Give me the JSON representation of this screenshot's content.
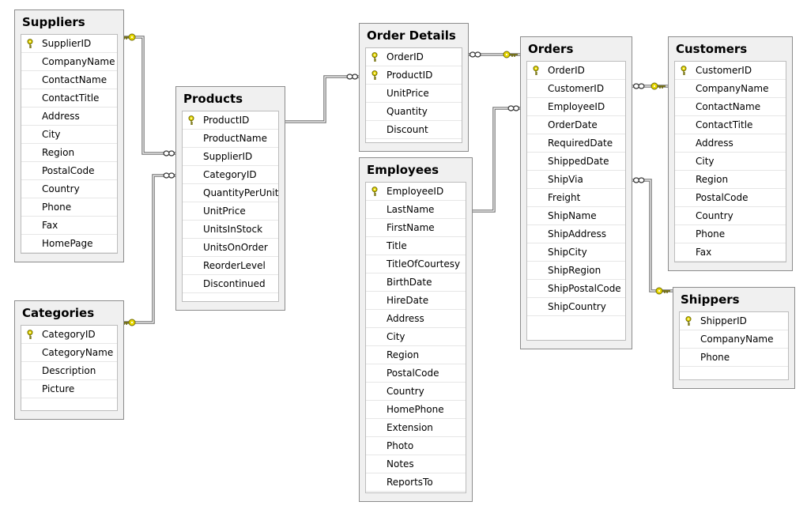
{
  "tables": [
    {
      "id": "suppliers",
      "name": "Suppliers",
      "columns": [
        {
          "label": "SupplierID",
          "pk": true
        },
        {
          "label": "CompanyName",
          "pk": false
        },
        {
          "label": "ContactName",
          "pk": false
        },
        {
          "label": "ContactTitle",
          "pk": false
        },
        {
          "label": "Address",
          "pk": false
        },
        {
          "label": "City",
          "pk": false
        },
        {
          "label": "Region",
          "pk": false
        },
        {
          "label": "PostalCode",
          "pk": false
        },
        {
          "label": "Country",
          "pk": false
        },
        {
          "label": "Phone",
          "pk": false
        },
        {
          "label": "Fax",
          "pk": false
        },
        {
          "label": "HomePage",
          "pk": false
        }
      ]
    },
    {
      "id": "categories",
      "name": "Categories",
      "columns": [
        {
          "label": "CategoryID",
          "pk": true
        },
        {
          "label": "CategoryName",
          "pk": false
        },
        {
          "label": "Description",
          "pk": false
        },
        {
          "label": "Picture",
          "pk": false
        }
      ]
    },
    {
      "id": "products",
      "name": "Products",
      "columns": [
        {
          "label": "ProductID",
          "pk": true
        },
        {
          "label": "ProductName",
          "pk": false
        },
        {
          "label": "SupplierID",
          "pk": false
        },
        {
          "label": "CategoryID",
          "pk": false
        },
        {
          "label": "QuantityPerUnit",
          "pk": false
        },
        {
          "label": "UnitPrice",
          "pk": false
        },
        {
          "label": "UnitsInStock",
          "pk": false
        },
        {
          "label": "UnitsOnOrder",
          "pk": false
        },
        {
          "label": "ReorderLevel",
          "pk": false
        },
        {
          "label": "Discontinued",
          "pk": false
        }
      ]
    },
    {
      "id": "order-details",
      "name": "Order Details",
      "columns": [
        {
          "label": "OrderID",
          "pk": true
        },
        {
          "label": "ProductID",
          "pk": true
        },
        {
          "label": "UnitPrice",
          "pk": false
        },
        {
          "label": "Quantity",
          "pk": false
        },
        {
          "label": "Discount",
          "pk": false
        }
      ]
    },
    {
      "id": "employees",
      "name": "Employees",
      "columns": [
        {
          "label": "EmployeeID",
          "pk": true
        },
        {
          "label": "LastName",
          "pk": false
        },
        {
          "label": "FirstName",
          "pk": false
        },
        {
          "label": "Title",
          "pk": false
        },
        {
          "label": "TitleOfCourtesy",
          "pk": false
        },
        {
          "label": "BirthDate",
          "pk": false
        },
        {
          "label": "HireDate",
          "pk": false
        },
        {
          "label": "Address",
          "pk": false
        },
        {
          "label": "City",
          "pk": false
        },
        {
          "label": "Region",
          "pk": false
        },
        {
          "label": "PostalCode",
          "pk": false
        },
        {
          "label": "Country",
          "pk": false
        },
        {
          "label": "HomePhone",
          "pk": false
        },
        {
          "label": "Extension",
          "pk": false
        },
        {
          "label": "Photo",
          "pk": false
        },
        {
          "label": "Notes",
          "pk": false
        },
        {
          "label": "ReportsTo",
          "pk": false
        }
      ]
    },
    {
      "id": "orders",
      "name": "Orders",
      "columns": [
        {
          "label": "OrderID",
          "pk": true
        },
        {
          "label": "CustomerID",
          "pk": false
        },
        {
          "label": "EmployeeID",
          "pk": false
        },
        {
          "label": "OrderDate",
          "pk": false
        },
        {
          "label": "RequiredDate",
          "pk": false
        },
        {
          "label": "ShippedDate",
          "pk": false
        },
        {
          "label": "ShipVia",
          "pk": false
        },
        {
          "label": "Freight",
          "pk": false
        },
        {
          "label": "ShipName",
          "pk": false
        },
        {
          "label": "ShipAddress",
          "pk": false
        },
        {
          "label": "ShipCity",
          "pk": false
        },
        {
          "label": "ShipRegion",
          "pk": false
        },
        {
          "label": "ShipPostalCode",
          "pk": false
        },
        {
          "label": "ShipCountry",
          "pk": false
        }
      ]
    },
    {
      "id": "customers",
      "name": "Customers",
      "columns": [
        {
          "label": "CustomerID",
          "pk": true
        },
        {
          "label": "CompanyName",
          "pk": false
        },
        {
          "label": "ContactName",
          "pk": false
        },
        {
          "label": "ContactTitle",
          "pk": false
        },
        {
          "label": "Address",
          "pk": false
        },
        {
          "label": "City",
          "pk": false
        },
        {
          "label": "Region",
          "pk": false
        },
        {
          "label": "PostalCode",
          "pk": false
        },
        {
          "label": "Country",
          "pk": false
        },
        {
          "label": "Phone",
          "pk": false
        },
        {
          "label": "Fax",
          "pk": false
        }
      ]
    },
    {
      "id": "shippers",
      "name": "Shippers",
      "columns": [
        {
          "label": "ShipperID",
          "pk": true
        },
        {
          "label": "CompanyName",
          "pk": false
        },
        {
          "label": "Phone",
          "pk": false
        }
      ]
    }
  ],
  "relationships": [
    {
      "id": "suppliers-products",
      "one": "Suppliers",
      "many": "Products"
    },
    {
      "id": "categories-products",
      "one": "Categories",
      "many": "Products"
    },
    {
      "id": "products-orderdetails",
      "one": "Products",
      "many": "Order Details"
    },
    {
      "id": "orders-orderdetails",
      "one": "Orders",
      "many": "Order Details"
    },
    {
      "id": "employees-orders",
      "one": "Employees",
      "many": "Orders"
    },
    {
      "id": "customers-orders",
      "one": "Customers",
      "many": "Orders"
    },
    {
      "id": "shippers-orders",
      "one": "Shippers",
      "many": "Orders"
    }
  ],
  "colors": {
    "table_bg": "#f0f0f0",
    "table_border": "#8c8c8c",
    "grid_bg": "#ffffff",
    "line": "#707070",
    "key_fill": "#e8d800",
    "key_stroke": "#6e6a00"
  }
}
